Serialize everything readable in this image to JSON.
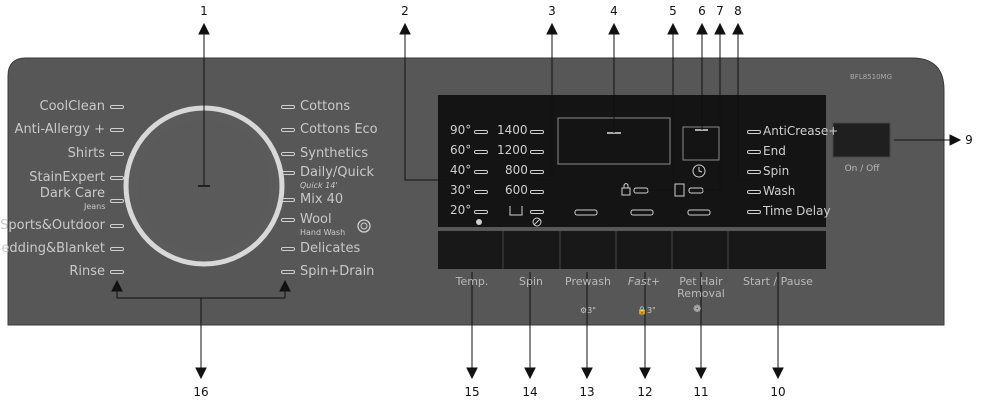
{
  "model": "BFL8510MG",
  "callouts": [
    "1",
    "2",
    "3",
    "4",
    "5",
    "6",
    "7",
    "8",
    "9",
    "10",
    "11",
    "12",
    "13",
    "14",
    "15",
    "16"
  ],
  "programs_left": [
    "CoolClean",
    "Anti-Allergy +",
    "Shirts",
    "StainExpert",
    "Dark Care",
    "Sports&Outdoor",
    "Bedding&Blanket",
    "Rinse"
  ],
  "programs_left_sub": {
    "dark_care": "Jeans"
  },
  "programs_right": [
    "Cottons",
    "Cottons Eco",
    "Synthetics",
    "Daily/Quick",
    "Mix 40",
    "Wool",
    "Delicates",
    "Spin+Drain"
  ],
  "programs_right_sub": {
    "daily_quick": "Quick 14'",
    "wool": "Hand Wash"
  },
  "temps": [
    "90°",
    "60°",
    "40°",
    "30°",
    "20°"
  ],
  "spins": [
    "1400",
    "1200",
    "800",
    "600"
  ],
  "options": [
    "AntiCrease+",
    "End",
    "Spin",
    "Wash",
    "Time Delay"
  ],
  "on_off": "On / Off",
  "buttons": [
    {
      "label": "Temp.",
      "sub": ""
    },
    {
      "label": "Spin",
      "sub": ""
    },
    {
      "label": "Prewash",
      "sub": "3\""
    },
    {
      "label": "Fast+",
      "sub": "3\""
    },
    {
      "label": "Pet Hair Removal",
      "sub": ""
    },
    {
      "label": "Start / Pause",
      "sub": ""
    }
  ],
  "colors": {
    "panel": "#555555",
    "display": "#141414",
    "text": "#c9c9c9"
  }
}
